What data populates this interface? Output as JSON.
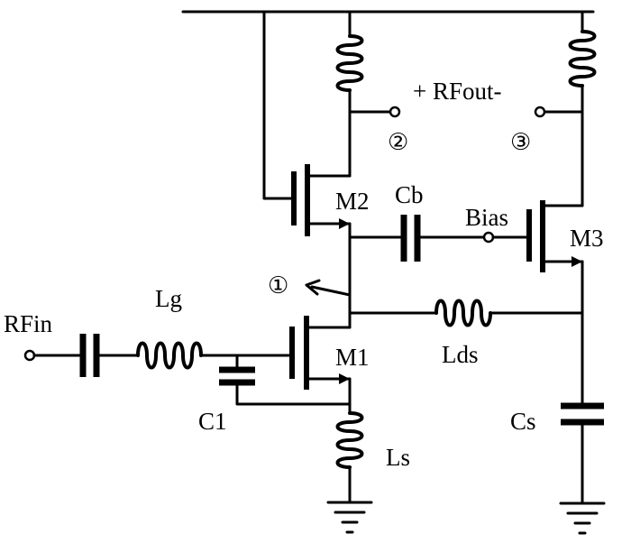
{
  "labels": {
    "rfin": "RFin",
    "lg": "Lg",
    "c1": "C1",
    "ls": "Ls",
    "m1": "M1",
    "m2": "M2",
    "m3": "M3",
    "cb": "Cb",
    "bias": "Bias",
    "lds": "Lds",
    "cs": "Cs",
    "rfout": "+ RFout-",
    "node1": "①",
    "node2": "②",
    "node3": "③"
  }
}
